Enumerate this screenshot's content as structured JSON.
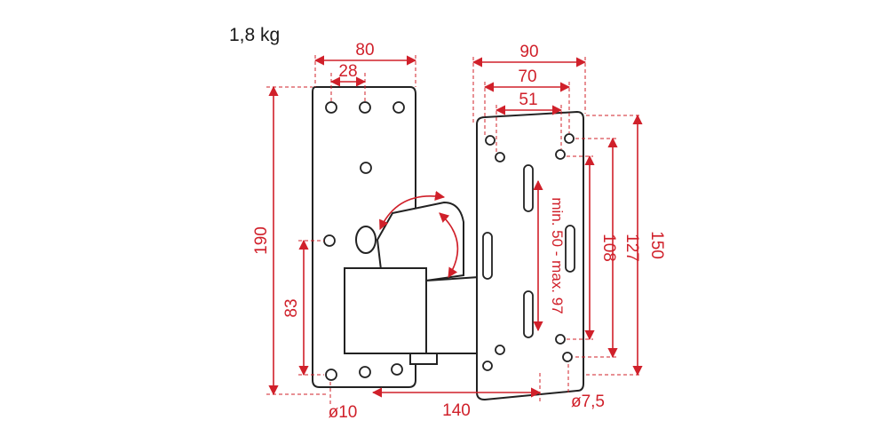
{
  "weight": "1,8 kg",
  "dimensions": {
    "wall_plate_width": "80",
    "wall_hole_spacing": "28",
    "speaker_plate_width": "90",
    "speaker_hole_spacing_outer": "70",
    "speaker_hole_spacing_inner": "51",
    "wall_plate_height": "190",
    "wall_hole_vertical": "83",
    "depth": "140",
    "wall_hole_diameter": "ø10",
    "speaker_hole_diameter": "ø7,5",
    "slot_range": "min. 50 - max. 97",
    "speaker_hole_vertical_inner": "108",
    "speaker_hole_vertical_mid": "127",
    "speaker_plate_height": "150"
  },
  "colors": {
    "dimension": "#d0202a",
    "outline": "#222222"
  }
}
